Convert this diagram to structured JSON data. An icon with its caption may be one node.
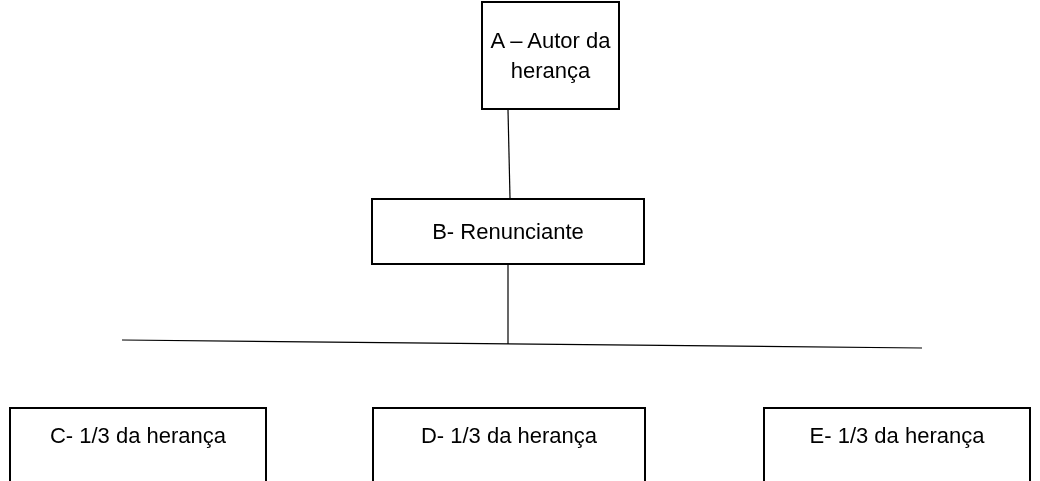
{
  "diagram": {
    "nodes": [
      {
        "text": [
          "A – Autor da herança"
        ]
      },
      {
        "text": [
          "B- Renunciante"
        ]
      },
      {
        "text": [
          "C- 1/3 da herança"
        ]
      },
      {
        "text": [
          "D- 1/3 da herança"
        ]
      },
      {
        "text": [
          "E- 1/3 da herança"
        ]
      }
    ],
    "edges": [
      {
        "from": 0,
        "to": 1,
        "arrow": "none"
      },
      {
        "from": 1,
        "to": null,
        "arrow": "none"
      }
    ]
  }
}
